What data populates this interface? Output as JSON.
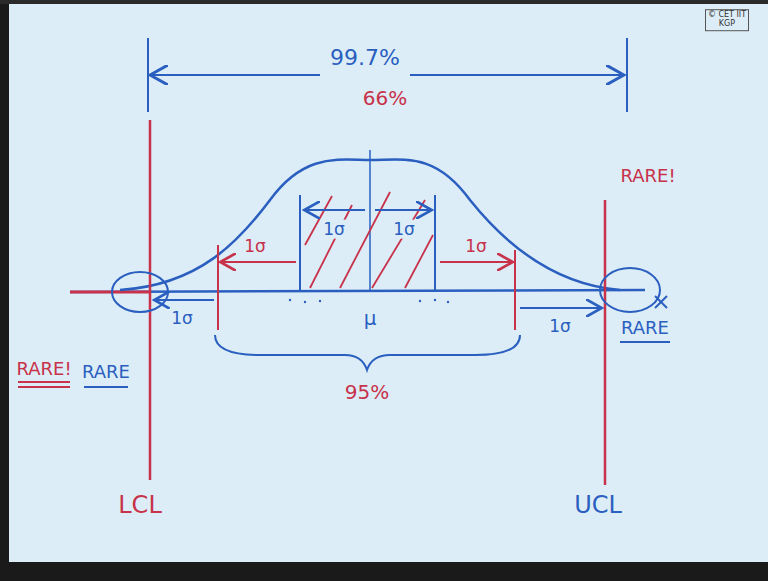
{
  "diagram": {
    "labels": [
      "© CET IIT KGP",
      "99.7%",
      "66%",
      "1σ",
      "1σ",
      "RARE!",
      "1σ",
      "1σ",
      "1σ",
      "1σ",
      "μ",
      "95%",
      "RARE!",
      "RARE",
      "RARE",
      "LCL",
      "UCL"
    ]
  }
}
